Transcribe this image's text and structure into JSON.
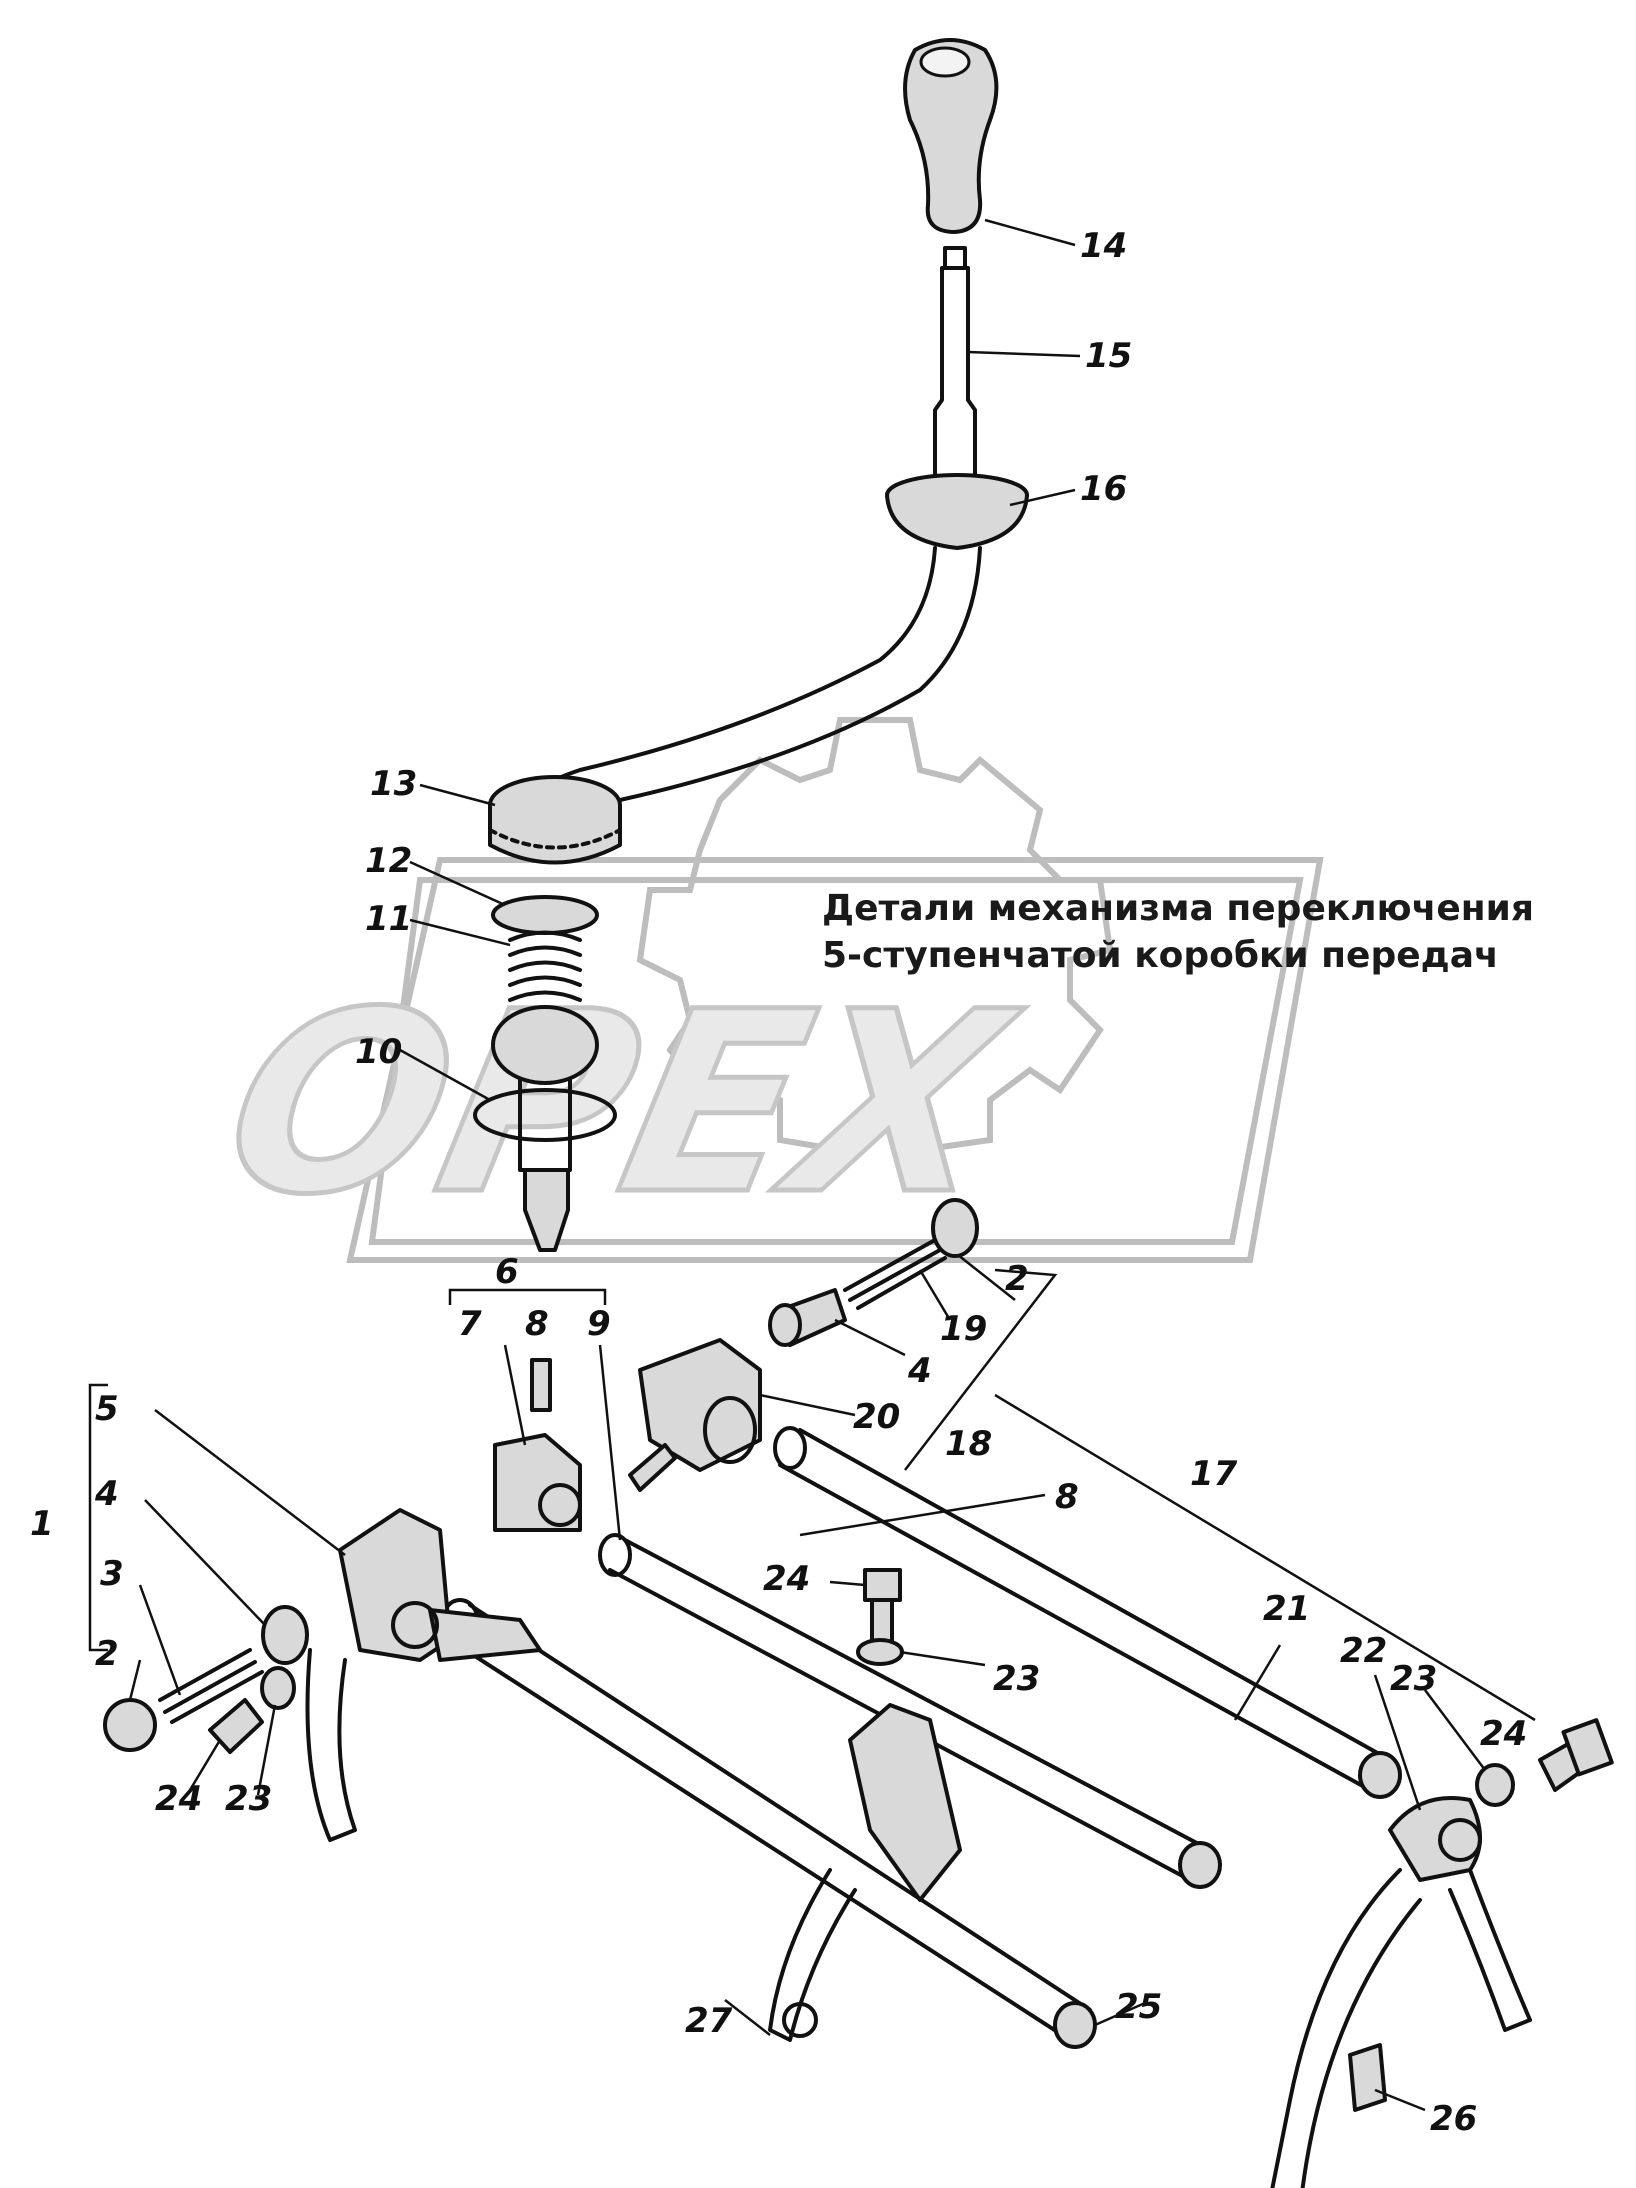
{
  "title": {
    "line1": "Детали механизма переключения",
    "line2": "5-ступенчатой коробки передач"
  },
  "watermark": {
    "text": "OPEX"
  },
  "labels": {
    "l1": "1",
    "l2a": "2",
    "l2b": "2",
    "l3": "3",
    "l4a": "4",
    "l4b": "4",
    "l5": "5",
    "l6": "6",
    "l7": "7",
    "l8a": "8",
    "l8b": "8",
    "l9": "9",
    "l10": "10",
    "l11": "11",
    "l12": "12",
    "l13": "13",
    "l14": "14",
    "l15": "15",
    "l16": "16",
    "l17": "17",
    "l18": "18",
    "l19": "19",
    "l20": "20",
    "l21": "21",
    "l22": "22",
    "l23a": "23",
    "l23b": "23",
    "l23c": "23",
    "l24a": "24",
    "l24b": "24",
    "l24c": "24",
    "l25": "25",
    "l26": "26",
    "l27": "27"
  }
}
